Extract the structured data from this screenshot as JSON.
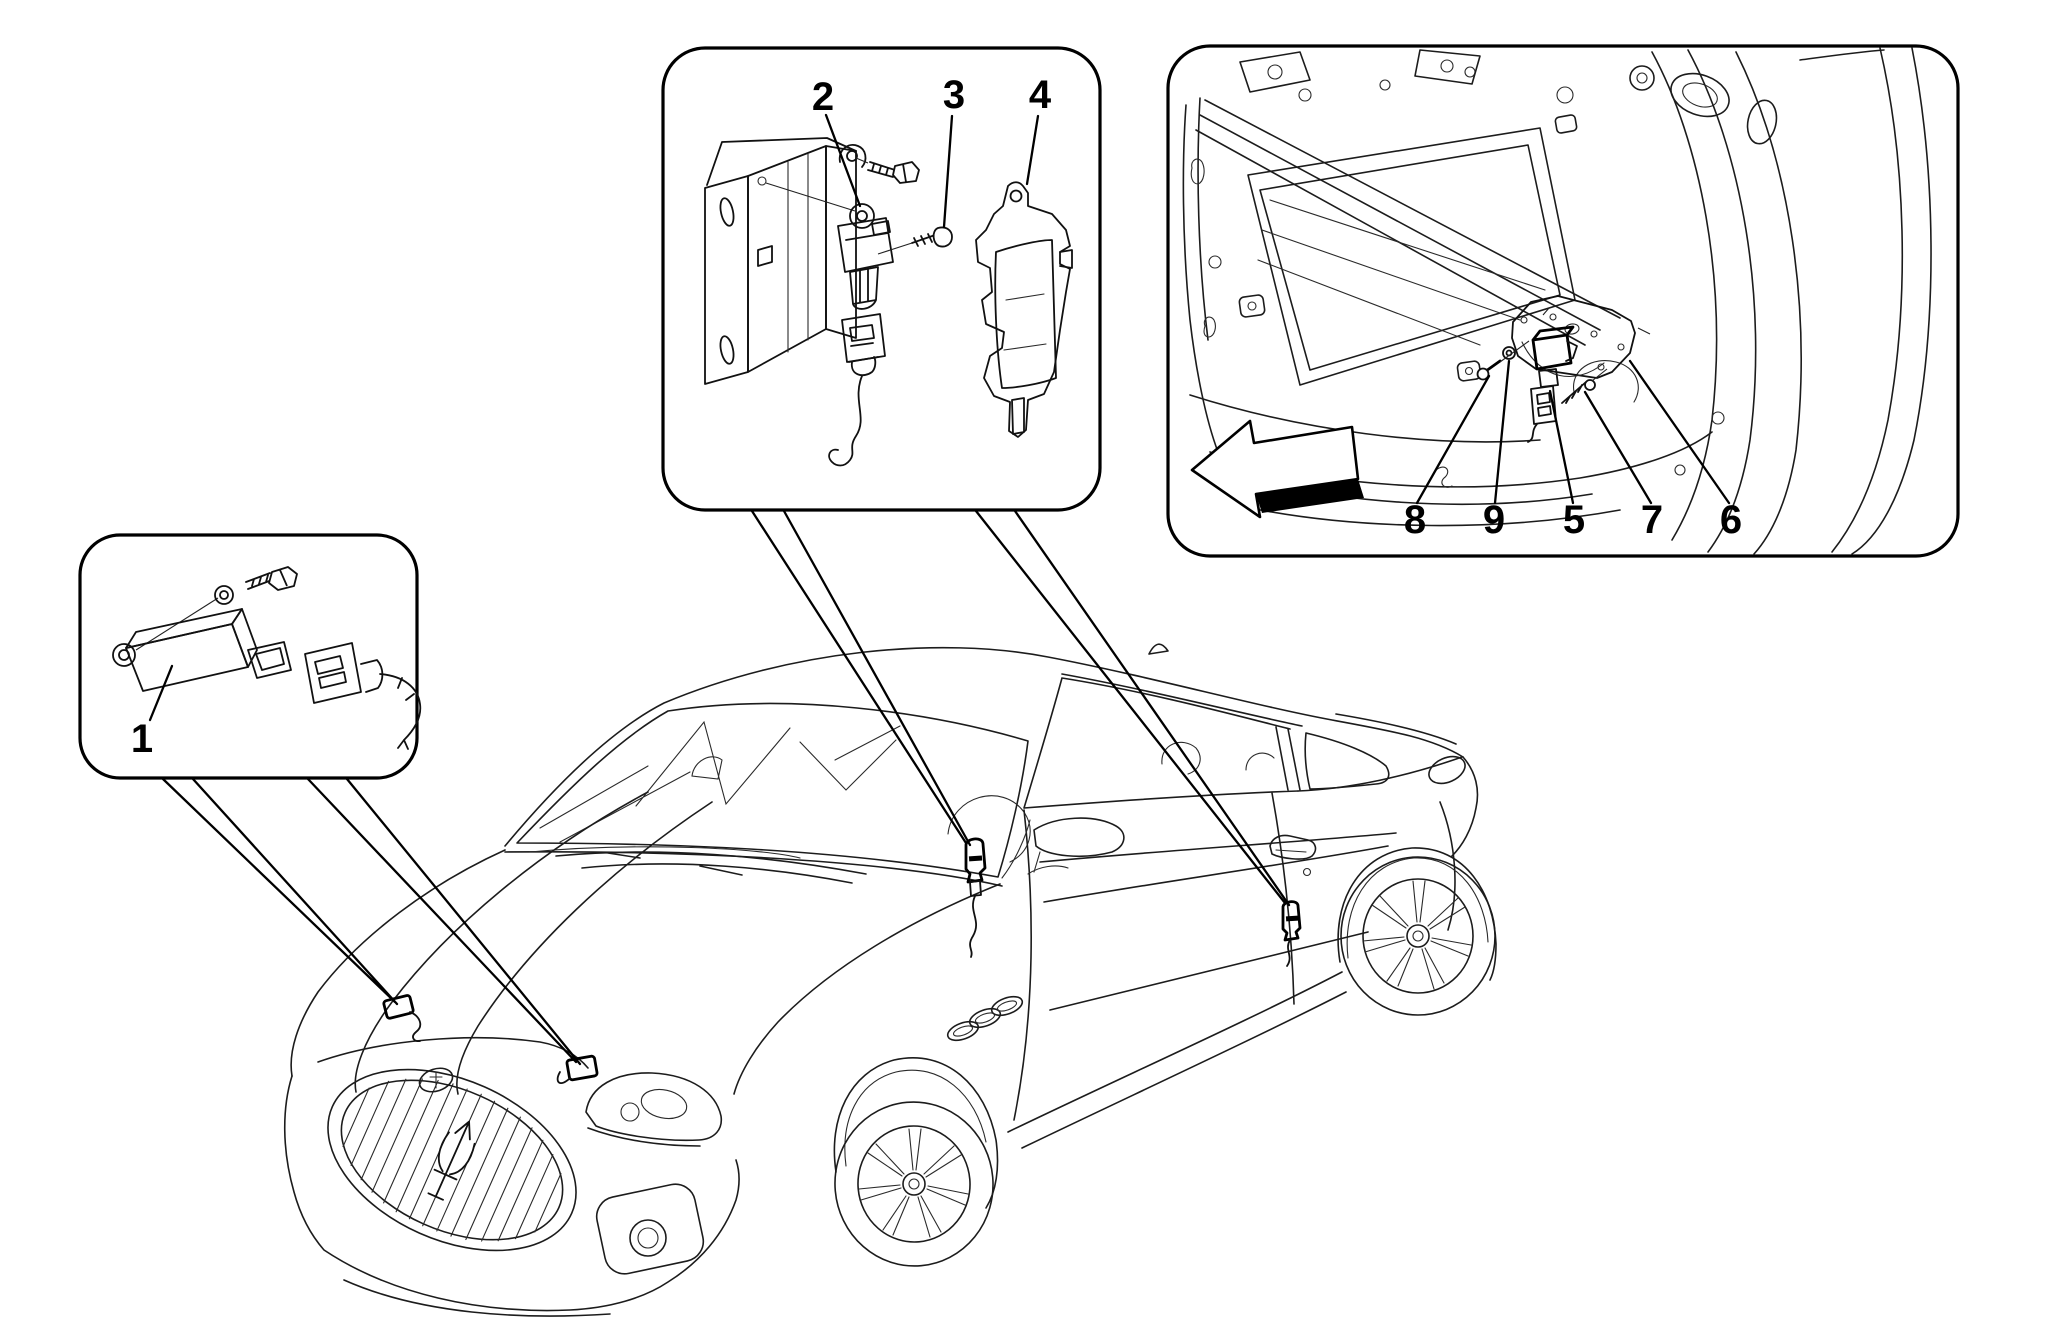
{
  "figure": {
    "kind": "vehicle-parts-line-diagram",
    "subject": "car crash sensors location diagram with three callout detail boxes"
  },
  "colors": {
    "background": "#ffffff",
    "line": "#1c1c1c",
    "label": "#000000"
  },
  "icons": {
    "direction_arrow": "left-pointing-arrow"
  },
  "labels": {
    "n1": "1",
    "n2": "2",
    "n3": "3",
    "n4": "4",
    "n5": "5",
    "n6": "6",
    "n7": "7",
    "n8": "8",
    "n9": "9"
  }
}
